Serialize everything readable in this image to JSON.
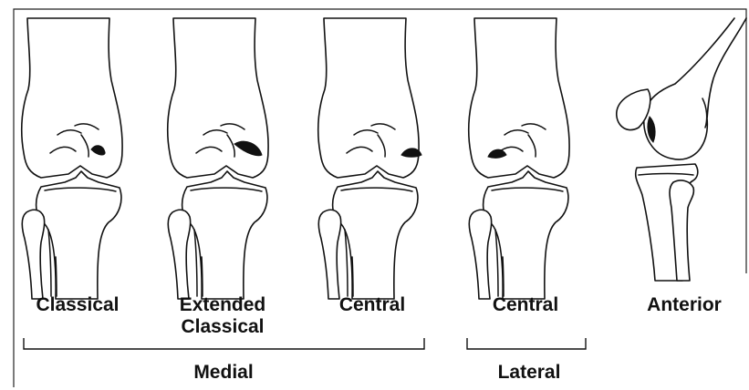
{
  "labels": {
    "classical": "Classical",
    "extended_line1": "Extended",
    "extended_line2": "Classical",
    "central_medial": "Central",
    "central_lateral": "Central",
    "anterior": "Anterior",
    "group_medial": "Medial",
    "group_lateral": "Lateral"
  },
  "panels": [
    {
      "id": "classical",
      "lesion": "classical"
    },
    {
      "id": "extended-classical",
      "lesion": "extended"
    },
    {
      "id": "central-medial",
      "lesion": "central"
    },
    {
      "id": "central-lateral",
      "lesion": "lateral"
    },
    {
      "id": "anterior",
      "lesion": "anterior"
    }
  ],
  "colors": {
    "line": "#111111",
    "lesion": "#111111",
    "background": "#ffffff"
  }
}
